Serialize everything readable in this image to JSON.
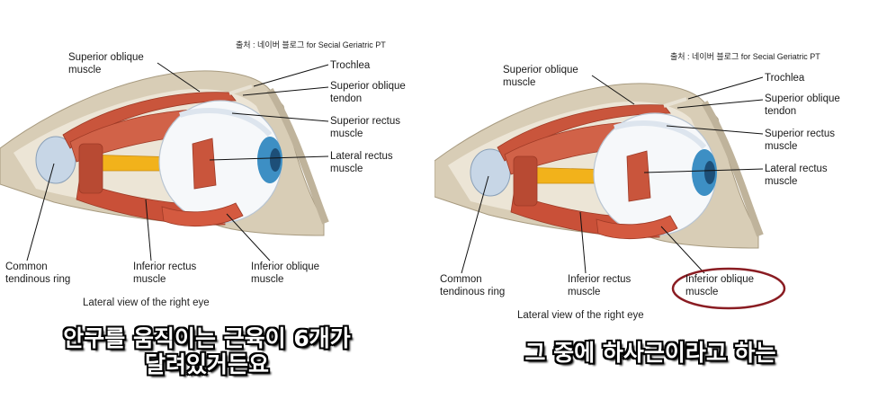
{
  "colors": {
    "muscle": "#c9553c",
    "muscle_dark": "#9e3a26",
    "bone": "#d8cdb6",
    "nerve": "#f2b21b",
    "iris": "#3d8fc4",
    "highlight_ring": "#8a1c22"
  },
  "credit": "출처 : 네이버 블로그 for Secial Geriatric PT",
  "labels": {
    "superior_oblique_muscle": "Superior oblique\nmuscle",
    "trochlea": "Trochlea",
    "superior_oblique_tendon": "Superior oblique\ntendon",
    "superior_rectus_muscle": "Superior rectus\nmuscle",
    "lateral_rectus_muscle": "Lateral rectus\nmuscle",
    "common_tendinous_ring": "Common\ntendinous ring",
    "inferior_rectus_muscle": "Inferior rectus\nmuscle",
    "inferior_oblique_muscle": "Inferior oblique\nmuscle"
  },
  "caption": "Lateral view of the right eye",
  "subtitles": {
    "left": "안구를 움직이는 근육이 6개가\n달려있거든요",
    "right": "그 중에 하사근이라고 하는"
  }
}
